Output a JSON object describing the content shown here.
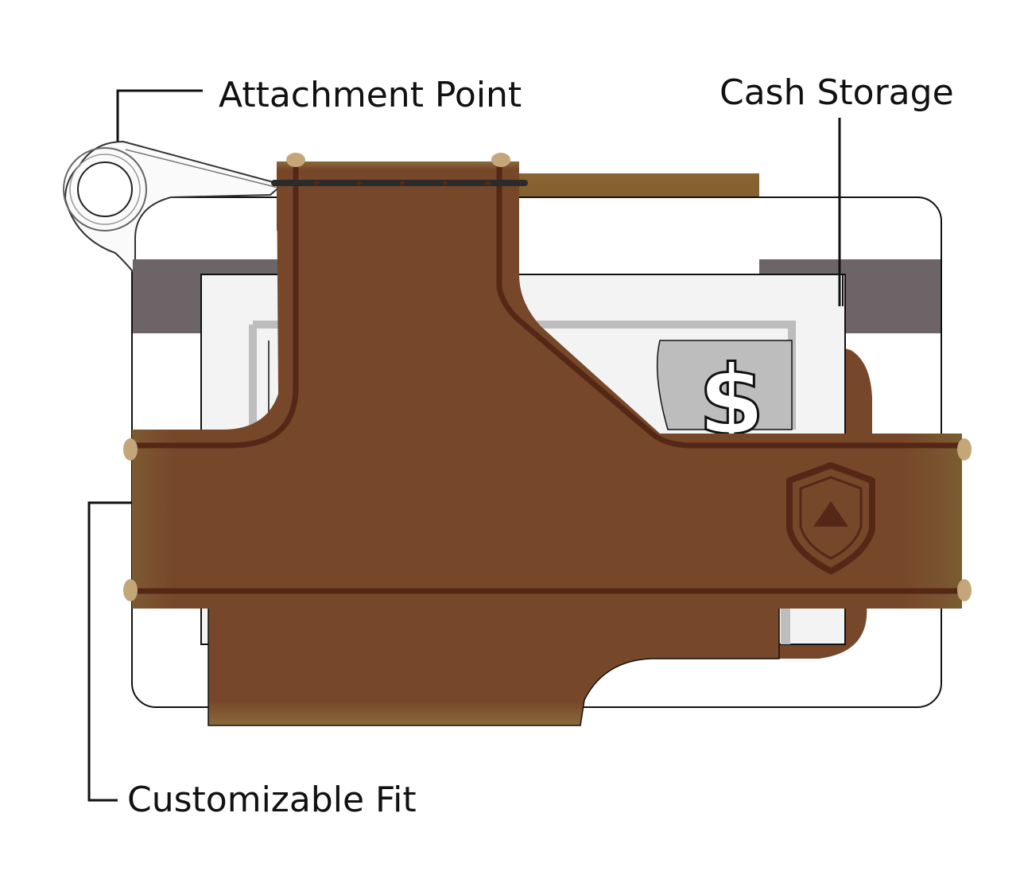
{
  "labels": {
    "attachment_point": "Attachment Point",
    "cash_storage": "Cash Storage",
    "customizable_fit": "Customizable Fit"
  },
  "bill_symbol": "$",
  "colors": {
    "leather": "#77472a",
    "leather_dark": "#552716",
    "leather_edge": "#8b6a3b",
    "rivet": "#c4a678",
    "band": "#6d6467",
    "cash_paper": "#f3f3f3",
    "bill_gray": "#bdbdbd",
    "outline": "#111111"
  }
}
